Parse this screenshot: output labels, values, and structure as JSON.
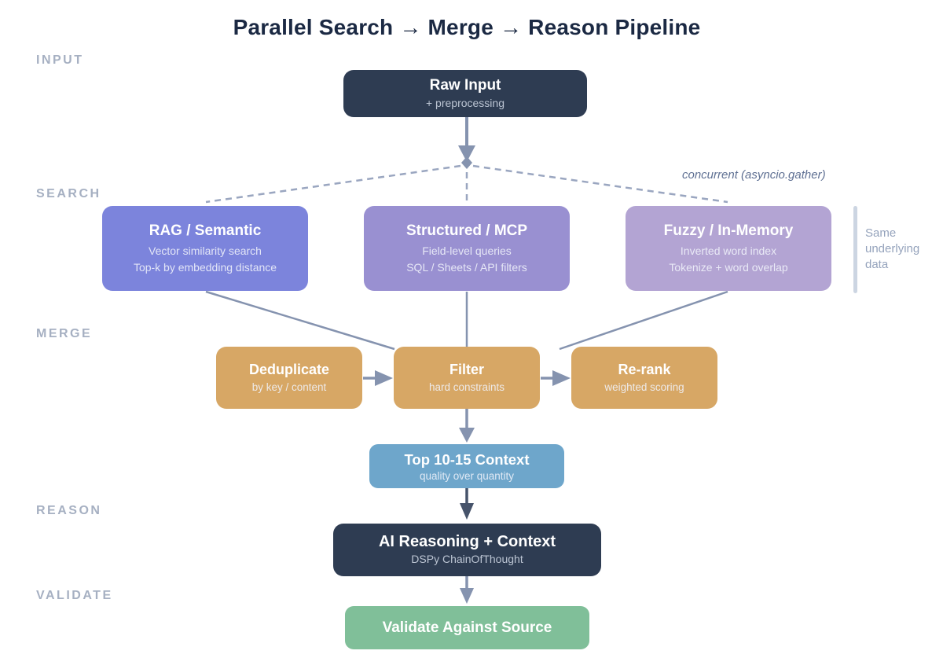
{
  "title": "Parallel Search → Merge → Reason Pipeline",
  "stage_labels": [
    "INPUT",
    "SEARCH",
    "MERGE",
    "REASON",
    "VALIDATE"
  ],
  "nodes": {
    "raw_input": {
      "title": "Raw Input",
      "subtitle": "+ preprocessing"
    },
    "rag": {
      "title": "RAG / Semantic",
      "line1": "Vector similarity search",
      "line2": "Top-k by embedding distance"
    },
    "structured": {
      "title": "Structured / MCP",
      "line1": "Field-level queries",
      "line2": "SQL / Sheets / API filters"
    },
    "fuzzy": {
      "title": "Fuzzy / In-Memory",
      "line1": "Inverted word index",
      "line2": "Tokenize + word overlap"
    },
    "deduplicate": {
      "title": "Deduplicate",
      "subtitle": "by key / content"
    },
    "filter": {
      "title": "Filter",
      "subtitle": "hard constraints"
    },
    "rerank": {
      "title": "Re-rank",
      "subtitle": "weighted scoring"
    },
    "top_context": {
      "title": "Top 10-15 Context",
      "subtitle": "quality over quantity"
    },
    "ai_reasoning": {
      "title": "AI Reasoning + Context",
      "subtitle": "DSPy ChainOfThought"
    },
    "validate": {
      "title": "Validate Against Source"
    }
  },
  "annotations": {
    "concurrent": "concurrent (asyncio.gather)",
    "same_data": "Same underlying data"
  },
  "colors": {
    "title_text": "#1b2943",
    "dark_node": "#2e3c52",
    "rag_node": "#7c84dc",
    "structured_node": "#9990d1",
    "fuzzy_node": "#b3a4d3",
    "merge_node": "#d7a765",
    "context_node": "#6ea6cb",
    "validate_node": "#80bf99",
    "arrow": "#8593af",
    "dark_arrow": "#46536a",
    "dashed_line": "#9aa6c0",
    "stage_label": "#a6b0c2",
    "side_bar": "#ccd5e2"
  }
}
